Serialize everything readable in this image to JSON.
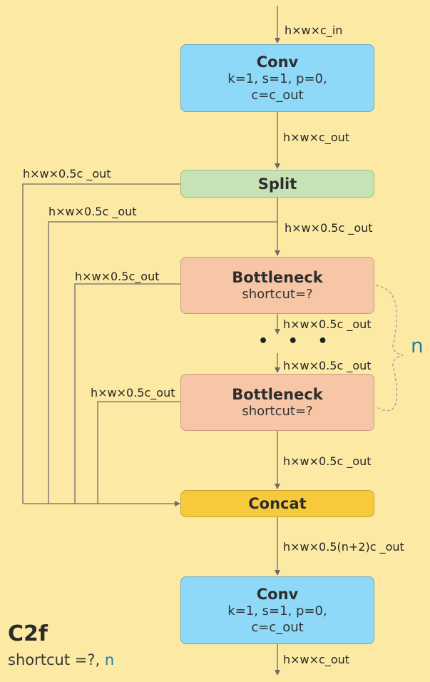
{
  "module": {
    "name": "C2f",
    "params_prefix": "shortcut =?, ",
    "params_n": "n"
  },
  "blocks": {
    "conv_top": {
      "title": "Conv",
      "line1": "k=1, s=1, p=0,",
      "line2": "c=c_out"
    },
    "split": {
      "title": "Split"
    },
    "bottleneck_1": {
      "title": "Bottleneck",
      "line1": "shortcut=?"
    },
    "bottleneck_2": {
      "title": "Bottleneck",
      "line1": "shortcut=?"
    },
    "concat": {
      "title": "Concat"
    },
    "conv_bottom": {
      "title": "Conv",
      "line1": "k=1, s=1, p=0,",
      "line2": "c=c_out"
    }
  },
  "labels": {
    "input": "h×w×c_in",
    "conv_out": "h×w×c_out",
    "split_left": "h×w×0.5c _out",
    "split_branch2": "h×w×0.5c _out",
    "split_down": "h×w×0.5c _out",
    "bn1_side": "h×w×0.5c_out",
    "bn1_out": "h×w×0.5c _out",
    "bn2_in": "h×w×0.5c _out",
    "bn2_side": "h×w×0.5c_out",
    "bn2_out": "h×w×0.5c _out",
    "concat_out": "h×w×0.5(n+2)c _out",
    "final_out": "h×w×c_out"
  },
  "ellipsis": "• • •",
  "repeat_label": "n",
  "colors": {
    "background": "#fce9a3",
    "conv": "#8ed8f8",
    "split": "#c7e3b5",
    "bottleneck": "#f6c6a6",
    "concat": "#f7ca3c",
    "accent_n": "#1f7fa8",
    "wire": "#6b6b6b"
  }
}
